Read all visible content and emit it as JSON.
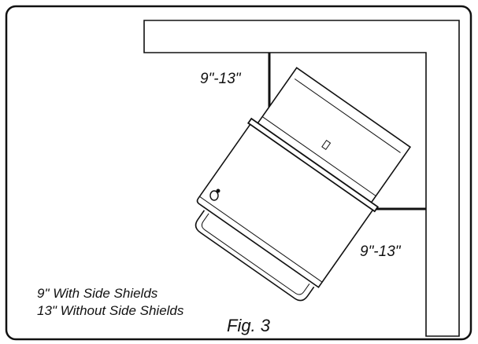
{
  "dimension_top": "9\"-13\"",
  "dimension_right": "9\"-13\"",
  "notes": [
    "9\" With Side Shields",
    "13\" Without Side Shields"
  ],
  "caption": "Fig. 3"
}
